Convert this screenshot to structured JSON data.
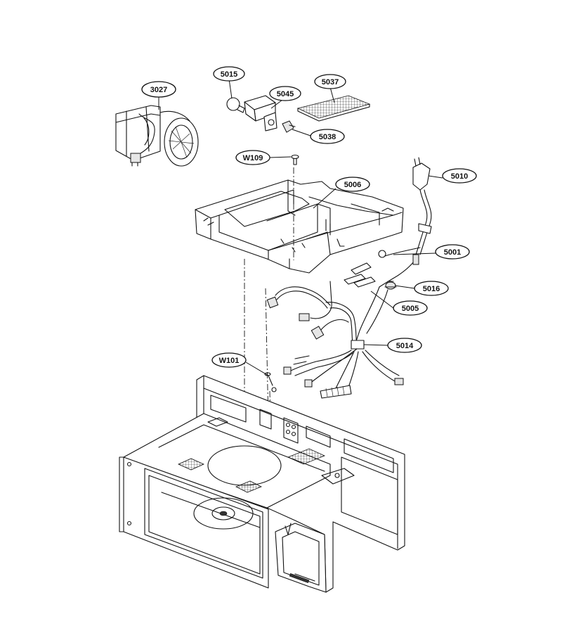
{
  "callouts": [
    {
      "id": "3027",
      "label": "3027"
    },
    {
      "id": "5015",
      "label": "5015"
    },
    {
      "id": "5045",
      "label": "5045"
    },
    {
      "id": "5037",
      "label": "5037"
    },
    {
      "id": "5038",
      "label": "5038"
    },
    {
      "id": "W109",
      "label": "W109"
    },
    {
      "id": "5006",
      "label": "5006"
    },
    {
      "id": "5010",
      "label": "5010"
    },
    {
      "id": "5001",
      "label": "5001"
    },
    {
      "id": "5016",
      "label": "5016"
    },
    {
      "id": "5005",
      "label": "5005"
    },
    {
      "id": "5014",
      "label": "5014"
    },
    {
      "id": "W101",
      "label": "W101"
    }
  ]
}
